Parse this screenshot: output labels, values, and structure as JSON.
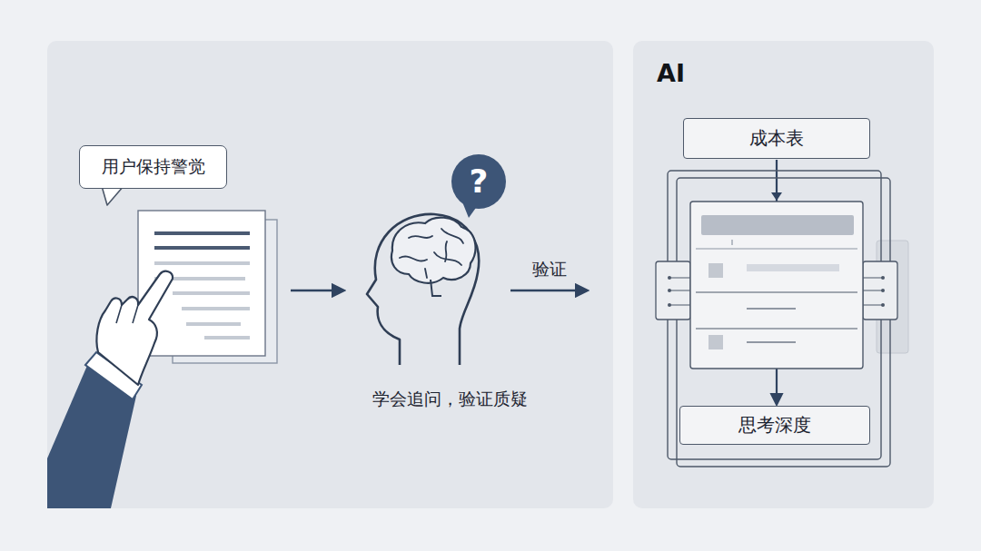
{
  "diagram": {
    "nodes": [
      {
        "text": [
          "用户保持警觉"
        ]
      },
      {
        "text": [
          "AI"
        ]
      },
      {
        "text": [
          "成本表"
        ],
        "in": 1
      },
      {
        "text": [
          "思考深度"
        ],
        "in": 1
      }
    ],
    "edges": [
      {
        "from": 2,
        "to": 3,
        "arrow": "to"
      }
    ],
    "labels": [
      "?",
      "学会追问，验证质疑",
      "验证"
    ]
  }
}
